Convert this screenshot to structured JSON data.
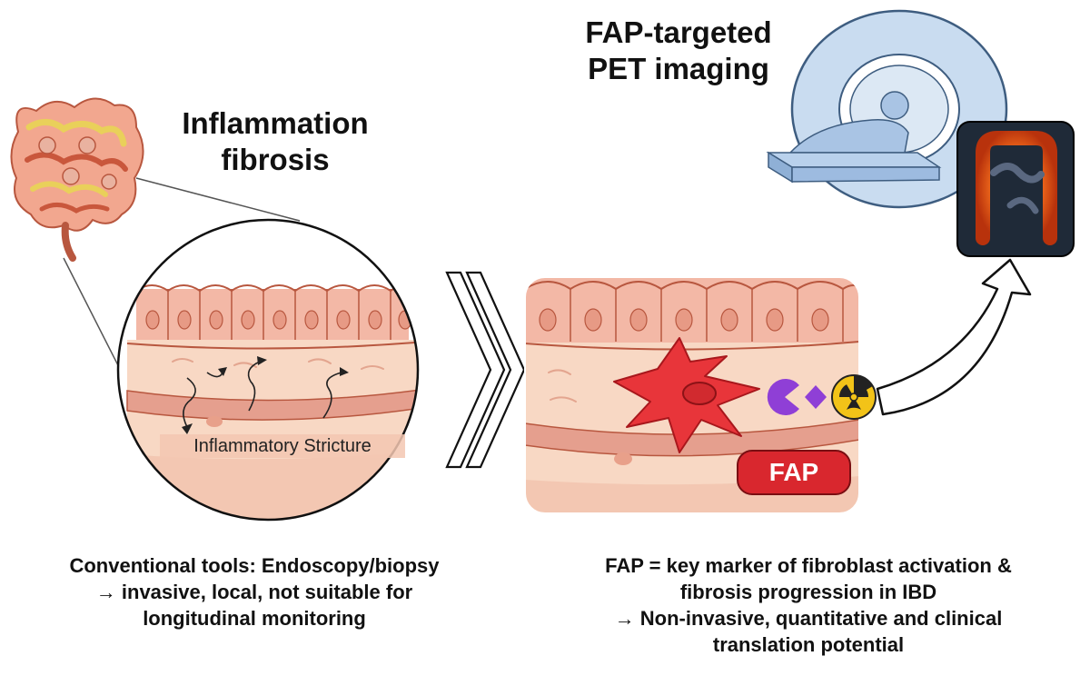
{
  "headings": {
    "inflammation_line1": "Inflammation",
    "inflammation_line2": "fibrosis",
    "pet_line1": "FAP-targeted",
    "pet_line2": "PET imaging"
  },
  "labels": {
    "stricture": "Inflammatory Stricture",
    "fap_badge": "FAP"
  },
  "captions": {
    "left": [
      "Conventional tools: Endoscopy/biopsy",
      "→ invasive, local, not suitable for",
      "longitudinal monitoring"
    ],
    "right": [
      "FAP = key marker of fibroblast activation &",
      "fibrosis progression in IBD",
      "→ Non-invasive, quantitative and clinical",
      "translation potential"
    ]
  },
  "icons": {
    "intestine": "intestine-icon",
    "pet_scanner": "pet-scanner-icon",
    "colon_scan": "colon-pet-image-icon",
    "radiation": "radiation-icon"
  },
  "colors": {
    "tissue_pink": "#f3b8a6",
    "fibroblast_red": "#e8353a",
    "fap_red": "#d9272e",
    "tracer_purple": "#8f3fd6",
    "scanner_blue": "#c9dcf0",
    "colon_orange": "#f06a1c"
  }
}
